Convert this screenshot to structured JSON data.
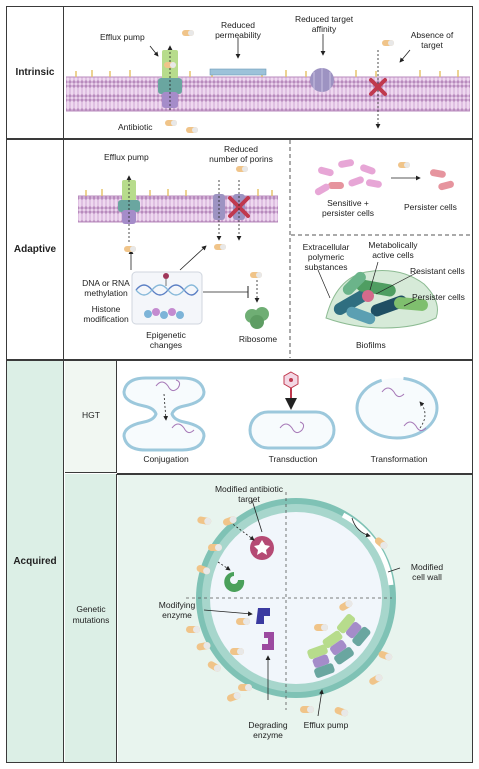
{
  "rows": {
    "intrinsic": "Intrinsic",
    "adaptive": "Adaptive",
    "acquired": "Acquired"
  },
  "intrinsic": {
    "efflux_pump": "Efflux pump",
    "reduced_permeability": [
      "Reduced",
      "permeability"
    ],
    "reduced_target_affinity": [
      "Reduced target",
      "affinity"
    ],
    "absence_of_target": [
      "Absence of",
      "target"
    ],
    "antibiotic": "Antibiotic"
  },
  "adaptive": {
    "efflux_pump": "Efflux pump",
    "reduced_porins": [
      "Reduced",
      "number of porins"
    ],
    "dna_methylation": [
      "DNA or RNA",
      "methylation"
    ],
    "histone_modification": [
      "Histone",
      "modification"
    ],
    "epigenetic_changes": [
      "Epigenetic",
      "changes"
    ],
    "ribosome": "Ribosome",
    "sensitive_persister": [
      "Sensitive +",
      "persister cells"
    ],
    "persister_cells": "Persister cells",
    "extracellular_polymeric": [
      "Extracellular",
      "polymeric",
      "substances"
    ],
    "metabolically_active": [
      "Metabolically",
      "active cells"
    ],
    "resistant_cells": "Resistant cells",
    "persister_cells_biofilm": "Persister cells",
    "biofilms": "Biofilms"
  },
  "acquired": {
    "hgt": "HGT",
    "conjugation": "Conjugation",
    "transduction": "Transduction",
    "transformation": "Transformation",
    "genetic_mutations": [
      "Genetic",
      "mutations"
    ],
    "modified_target": [
      "Modified antibiotic",
      "target"
    ],
    "modified_cell_wall": [
      "Modified",
      "cell wall"
    ],
    "modifying_enzyme": [
      "Modifying",
      "enzyme"
    ],
    "degrading_enzyme": [
      "Degrading",
      "enzyme"
    ],
    "efflux_pump": "Efflux pump"
  },
  "colors": {
    "acquired_bg": "#dcefe6",
    "hgt_bg": "#f1f7f2",
    "membrane_pink": "#e6c8e8",
    "membrane_line": "#b88bbd",
    "pump_green": "#b7dc8c",
    "pump_purple": "#a58cc9",
    "porin_lilac": "#9d93c2",
    "blocked_red": "#c0394e",
    "cell_wall_teal": "#7fc2b5",
    "dna_purple": "#a678b7",
    "capsule_orange": "#f0c489"
  }
}
